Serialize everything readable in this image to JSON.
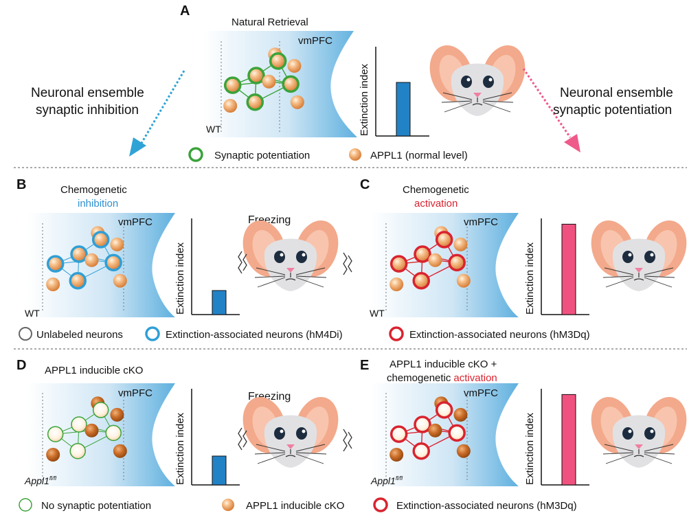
{
  "colors": {
    "blue": "#2f8fd0",
    "red": "#d9232f",
    "green": "#3aa33a",
    "pink": "#f0527f",
    "bar_blue": "#2282c6"
  },
  "panels": {
    "A": {
      "letter": "A",
      "title": "Natural Retrieval",
      "region": "vmPFC",
      "genotype": "WT",
      "axis_label": "Extinction index",
      "bar_level": 0.6,
      "left_arrow_text": [
        "Neuronal ensemble",
        "synaptic inhibition"
      ],
      "right_arrow_text": [
        "Neuronal ensemble",
        "synaptic potentiation"
      ],
      "legend": [
        {
          "icon": "green-ring-icon",
          "label": "Synaptic potentiation"
        },
        {
          "icon": "orange-neuron-icon",
          "label": "APPL1 (normal level)"
        }
      ]
    },
    "B": {
      "letter": "B",
      "title_line1": "Chemogenetic",
      "title_line2": "inhibition",
      "region": "vmPFC",
      "genotype": "WT",
      "axis_label": "Extinction index",
      "bar_level": 0.25,
      "behavior": "Freezing"
    },
    "C": {
      "letter": "C",
      "title_line1": "Chemogenetic",
      "title_line2": "activation",
      "region": "vmPFC",
      "genotype": "WT",
      "axis_label": "Extinction index",
      "bar_level": 0.94
    },
    "BC_legend": [
      {
        "icon": "gray-ring-icon",
        "label": "Unlabeled neurons"
      },
      {
        "icon": "blue-ring-icon",
        "label": "Extinction-associated neurons (hM4Di)"
      },
      {
        "icon": "red-ring-icon",
        "label": "Extinction-associated neurons (hM3Dq)"
      }
    ],
    "D": {
      "letter": "D",
      "title": "APPL1 inducible cKO",
      "region": "vmPFC",
      "genotype": "Appl1",
      "genotype_sup": "fl/fl",
      "axis_label": "Extinction index",
      "bar_level": 0.3,
      "behavior": "Freezing"
    },
    "E": {
      "letter": "E",
      "title_line1": "APPL1 inducible cKO +",
      "title_line2_a": "chemogenetic",
      "title_line2_b": "activation",
      "region": "vmPFC",
      "genotype": "Appl1",
      "genotype_sup": "fl/fl",
      "axis_label": "Extinction index",
      "bar_level": 0.94
    },
    "DE_legend": [
      {
        "icon": "green-thin-ring-icon",
        "label": "No synaptic potentiation"
      },
      {
        "icon": "pale-neuron-icon",
        "label": "APPL1 inducible cKO"
      },
      {
        "icon": "red-ring-icon",
        "label": "Extinction-associated neurons (hM3Dq)"
      }
    ]
  }
}
